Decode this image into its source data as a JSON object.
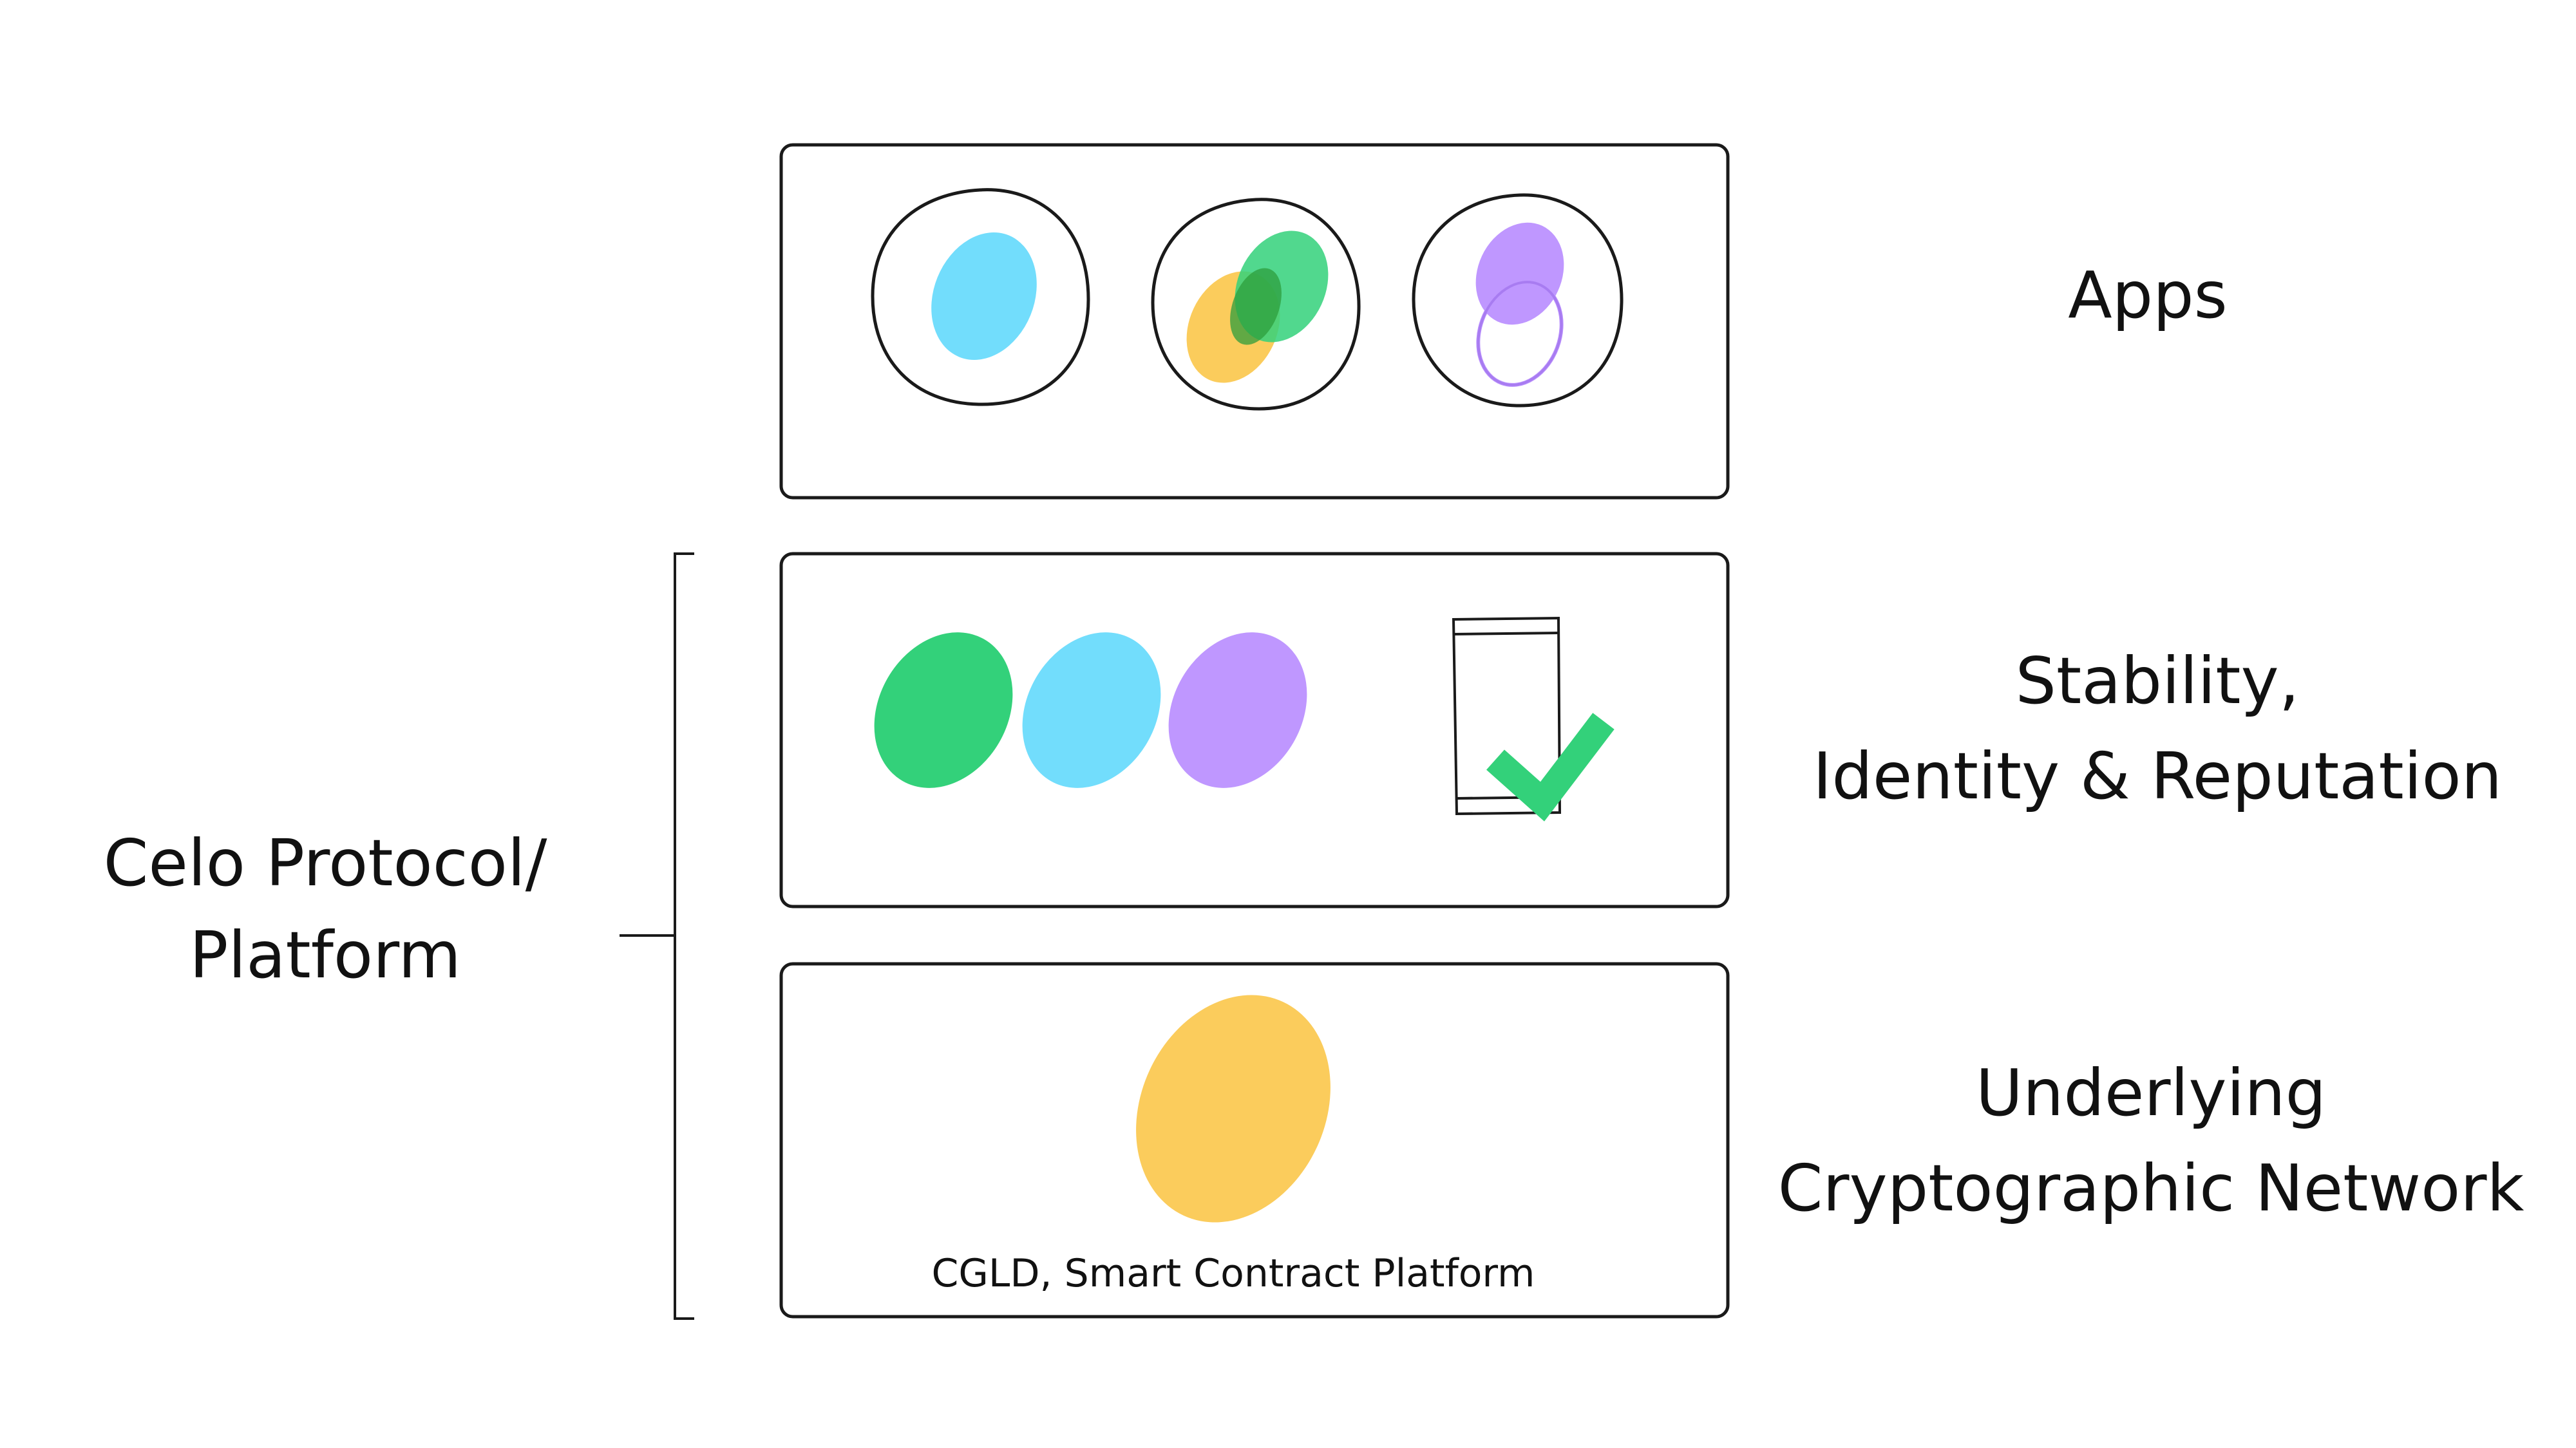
{
  "layers": {
    "apps": {
      "label": "Apps"
    },
    "stability": {
      "label_line1": "Stability,",
      "label_line2": "Identity & Reputation"
    },
    "network": {
      "label_line1": "Underlying",
      "label_line2": "Cryptographic Network",
      "caption": "CGLD, Smart Contract Platform"
    }
  },
  "platform_bracket": {
    "label_line1": "Celo Protocol/",
    "label_line2": "Platform"
  },
  "colors": {
    "blue": "#72DDFC",
    "green": "#33D17A",
    "yellow": "#FBCC5C",
    "purple": "#BF97FF",
    "dark_green": "#2E9E3C",
    "outline": "#1a1a1a",
    "check": "#33D17A"
  },
  "icons": {
    "app_circles": [
      "sketch-circle-icon",
      "sketch-circle-icon",
      "sketch-circle-icon"
    ],
    "phone": "phone-outline-icon",
    "check": "checkmark-icon"
  }
}
